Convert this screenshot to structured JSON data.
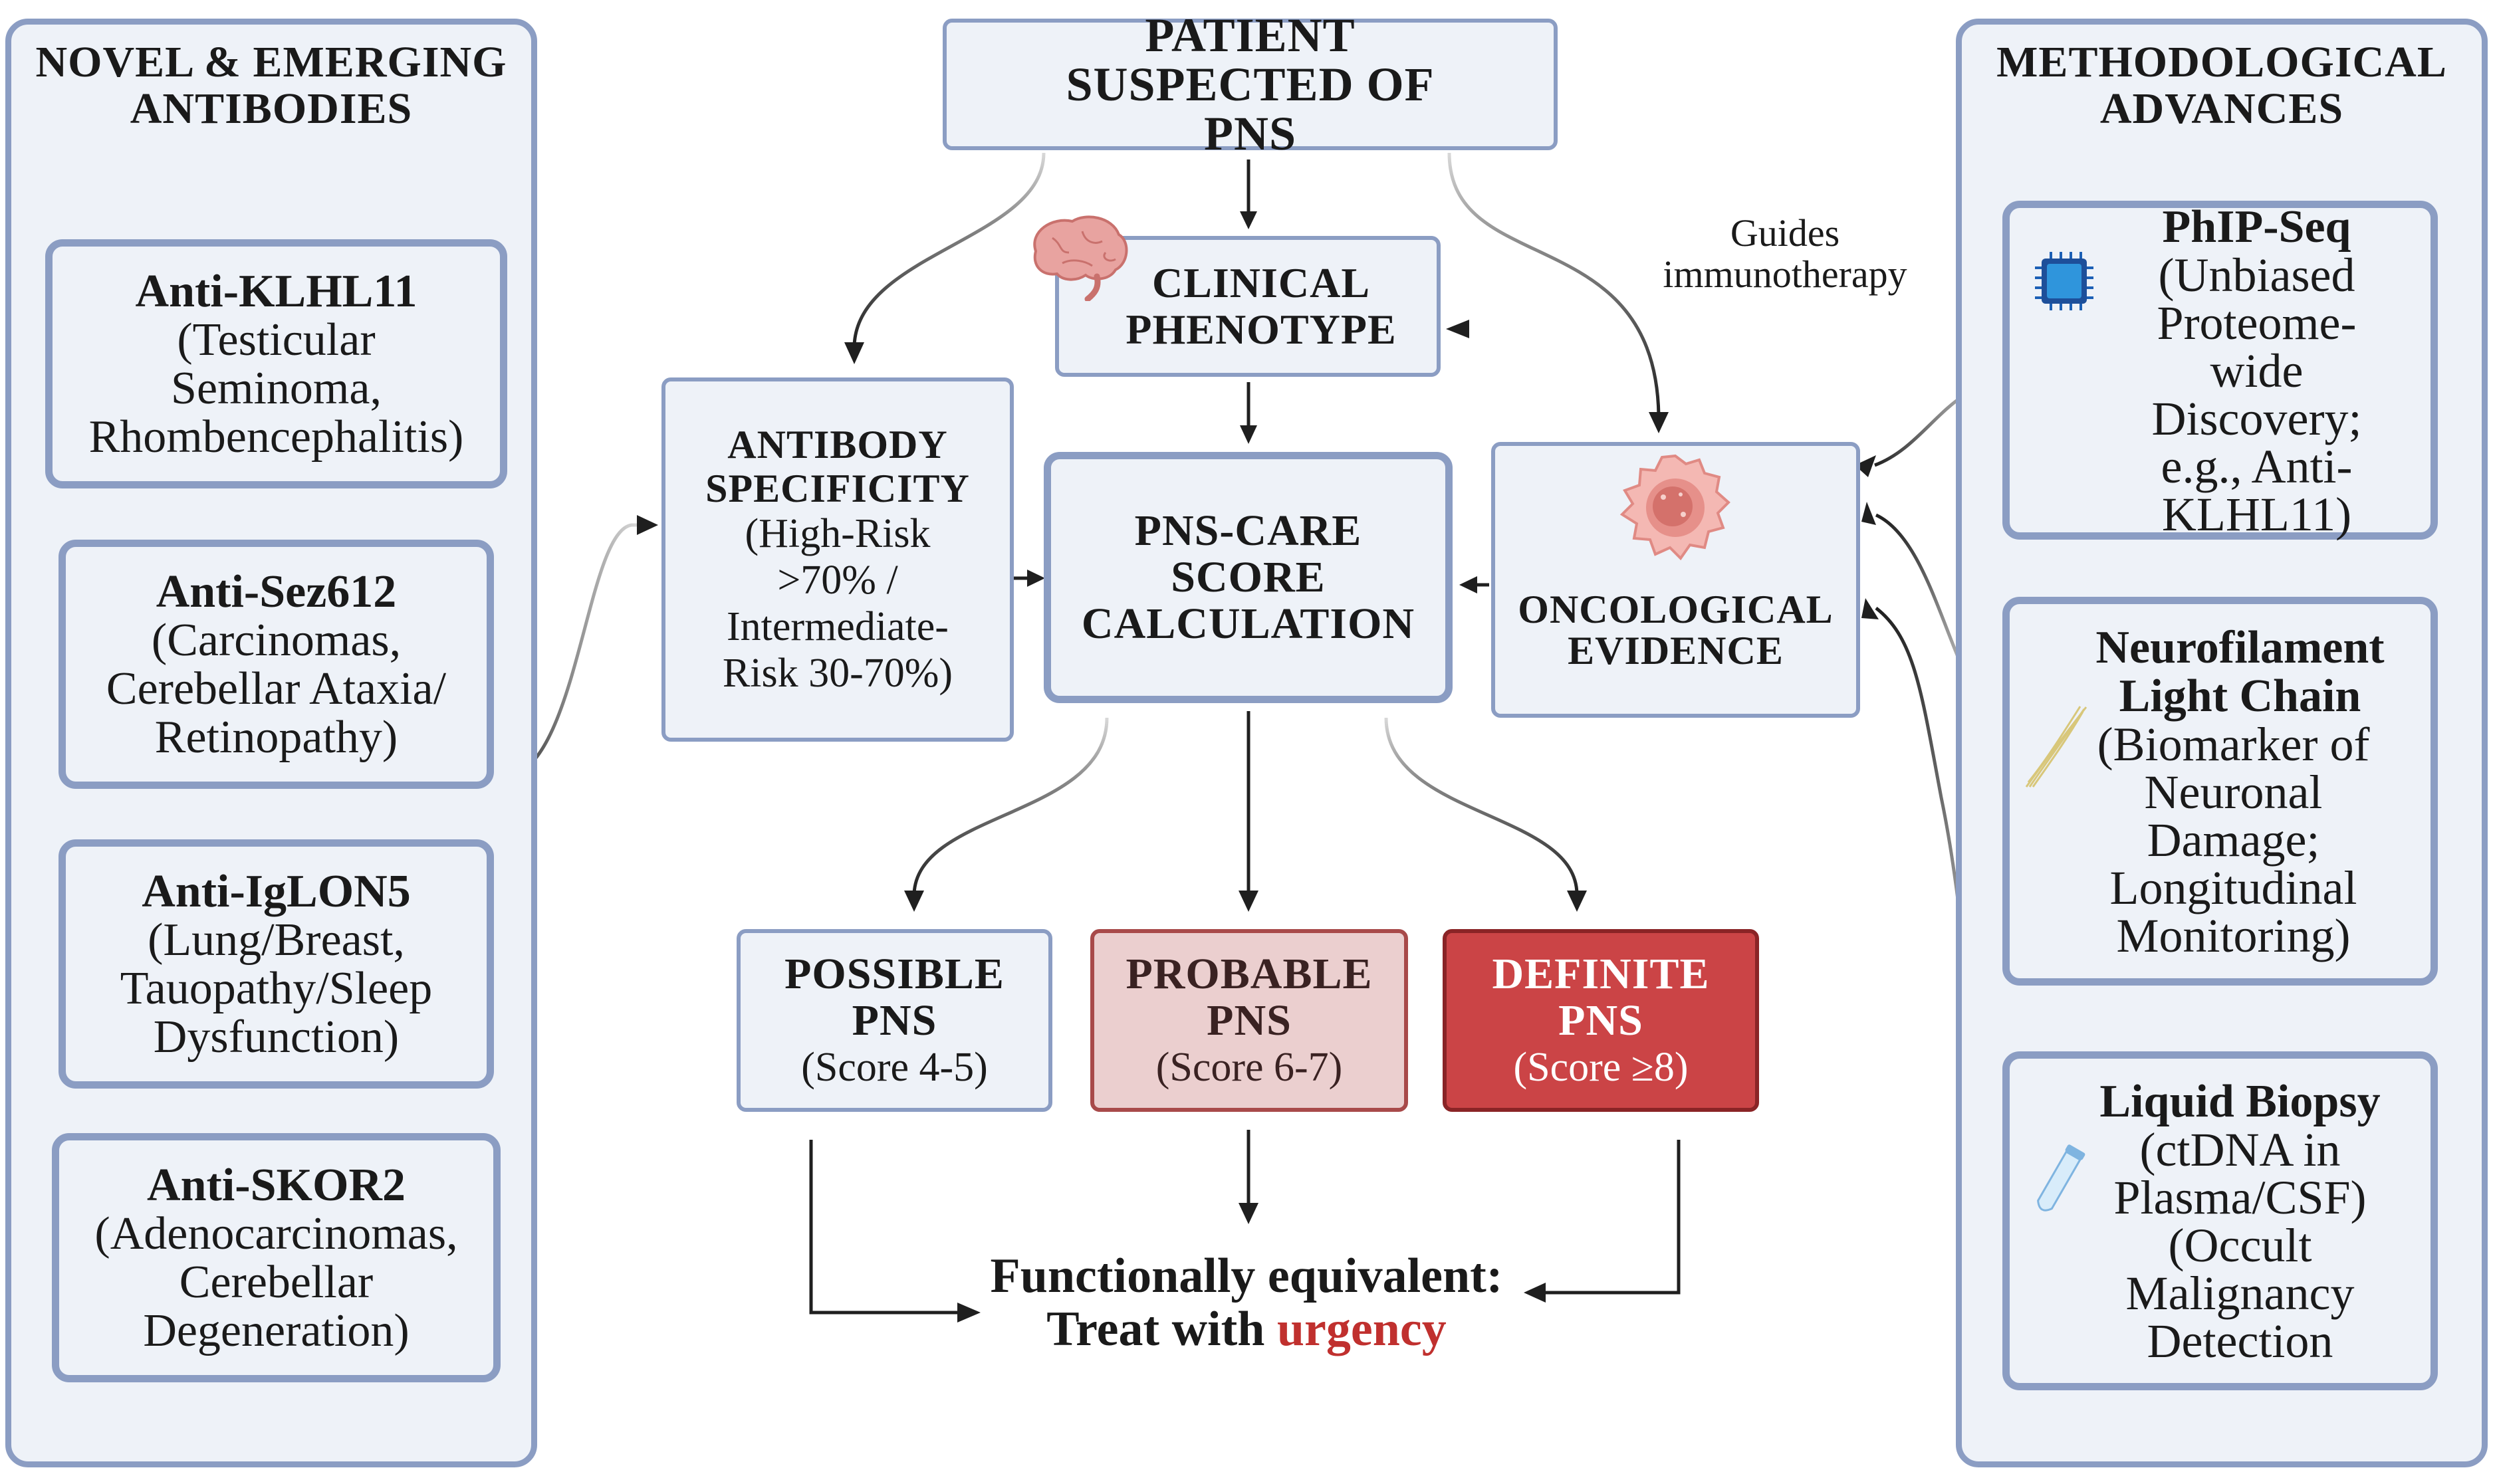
{
  "left_panel": {
    "title": "NOVEL & EMERGING ANTIBODIES",
    "cards": [
      {
        "name": "Anti-KLHL11",
        "detail": "(Testicular Seminoma, Rhombencephalitis)"
      },
      {
        "name": "Anti-Sez612",
        "detail": "(Carcinomas, Cerebellar Ataxia/ Retinopathy)"
      },
      {
        "name": "Anti-IgLON5",
        "detail": "(Lung/Breast, Tauopathy/Sleep Dysfunction)"
      },
      {
        "name": "Anti-SKOR2",
        "detail": "(Adenocarcinomas, Cerebellar Degeneration)"
      }
    ]
  },
  "right_panel": {
    "title": "METHODOLOGICAL ADVANCES",
    "cards": [
      {
        "name": "PhIP-Seq",
        "detail": "(Unbiased Proteome-wide Discovery; e.g., Anti-KLHL11)",
        "icon": "chip-icon"
      },
      {
        "name": "Neurofilament Light Chain",
        "detail": "(Biomarker of Neuronal Damage; Longitudinal Monitoring)",
        "icon": "fiber-icon"
      },
      {
        "name": "Liquid Biopsy",
        "detail": "(ctDNA in Plasma/CSF) (Occult Malignancy Detection",
        "icon": "tube-icon"
      }
    ]
  },
  "flow": {
    "patient": "PATIENT SUSPECTED OF PNS",
    "clinical": "CLINICAL PHENOTYPE",
    "antibody": {
      "title": "ANTIBODY SPECIFICITY",
      "detail": "(High-Risk >70% / Intermediate-Risk 30-70%)"
    },
    "score": "PNS-CARE SCORE CALCULATION",
    "oncological": "ONCOLOGICAL EVIDENCE",
    "guides": "Guides immunotherapy",
    "outcomes": [
      {
        "title": "POSSIBLE PNS",
        "score": "(Score 4-5)"
      },
      {
        "title": "PROBABLE PNS",
        "score": "(Score 6-7)"
      },
      {
        "title": "DEFINITE PNS",
        "score": "(Score ≥8)"
      }
    ],
    "conclusion": {
      "line1": "Functionally equivalent:",
      "line2_prefix": "Treat with ",
      "line2_highlight": "urgency"
    }
  },
  "colors": {
    "border": "#8b9dc3",
    "box_fill": "#eef2f8",
    "probable_fill": "#ebcfcf",
    "probable_border": "#a84a4a",
    "definite_fill": "#cb4446",
    "definite_border": "#8a2426",
    "urgency": "#c0302e",
    "arrow": "#1f1f1f",
    "arrow_faded": "#bdbdbd"
  }
}
